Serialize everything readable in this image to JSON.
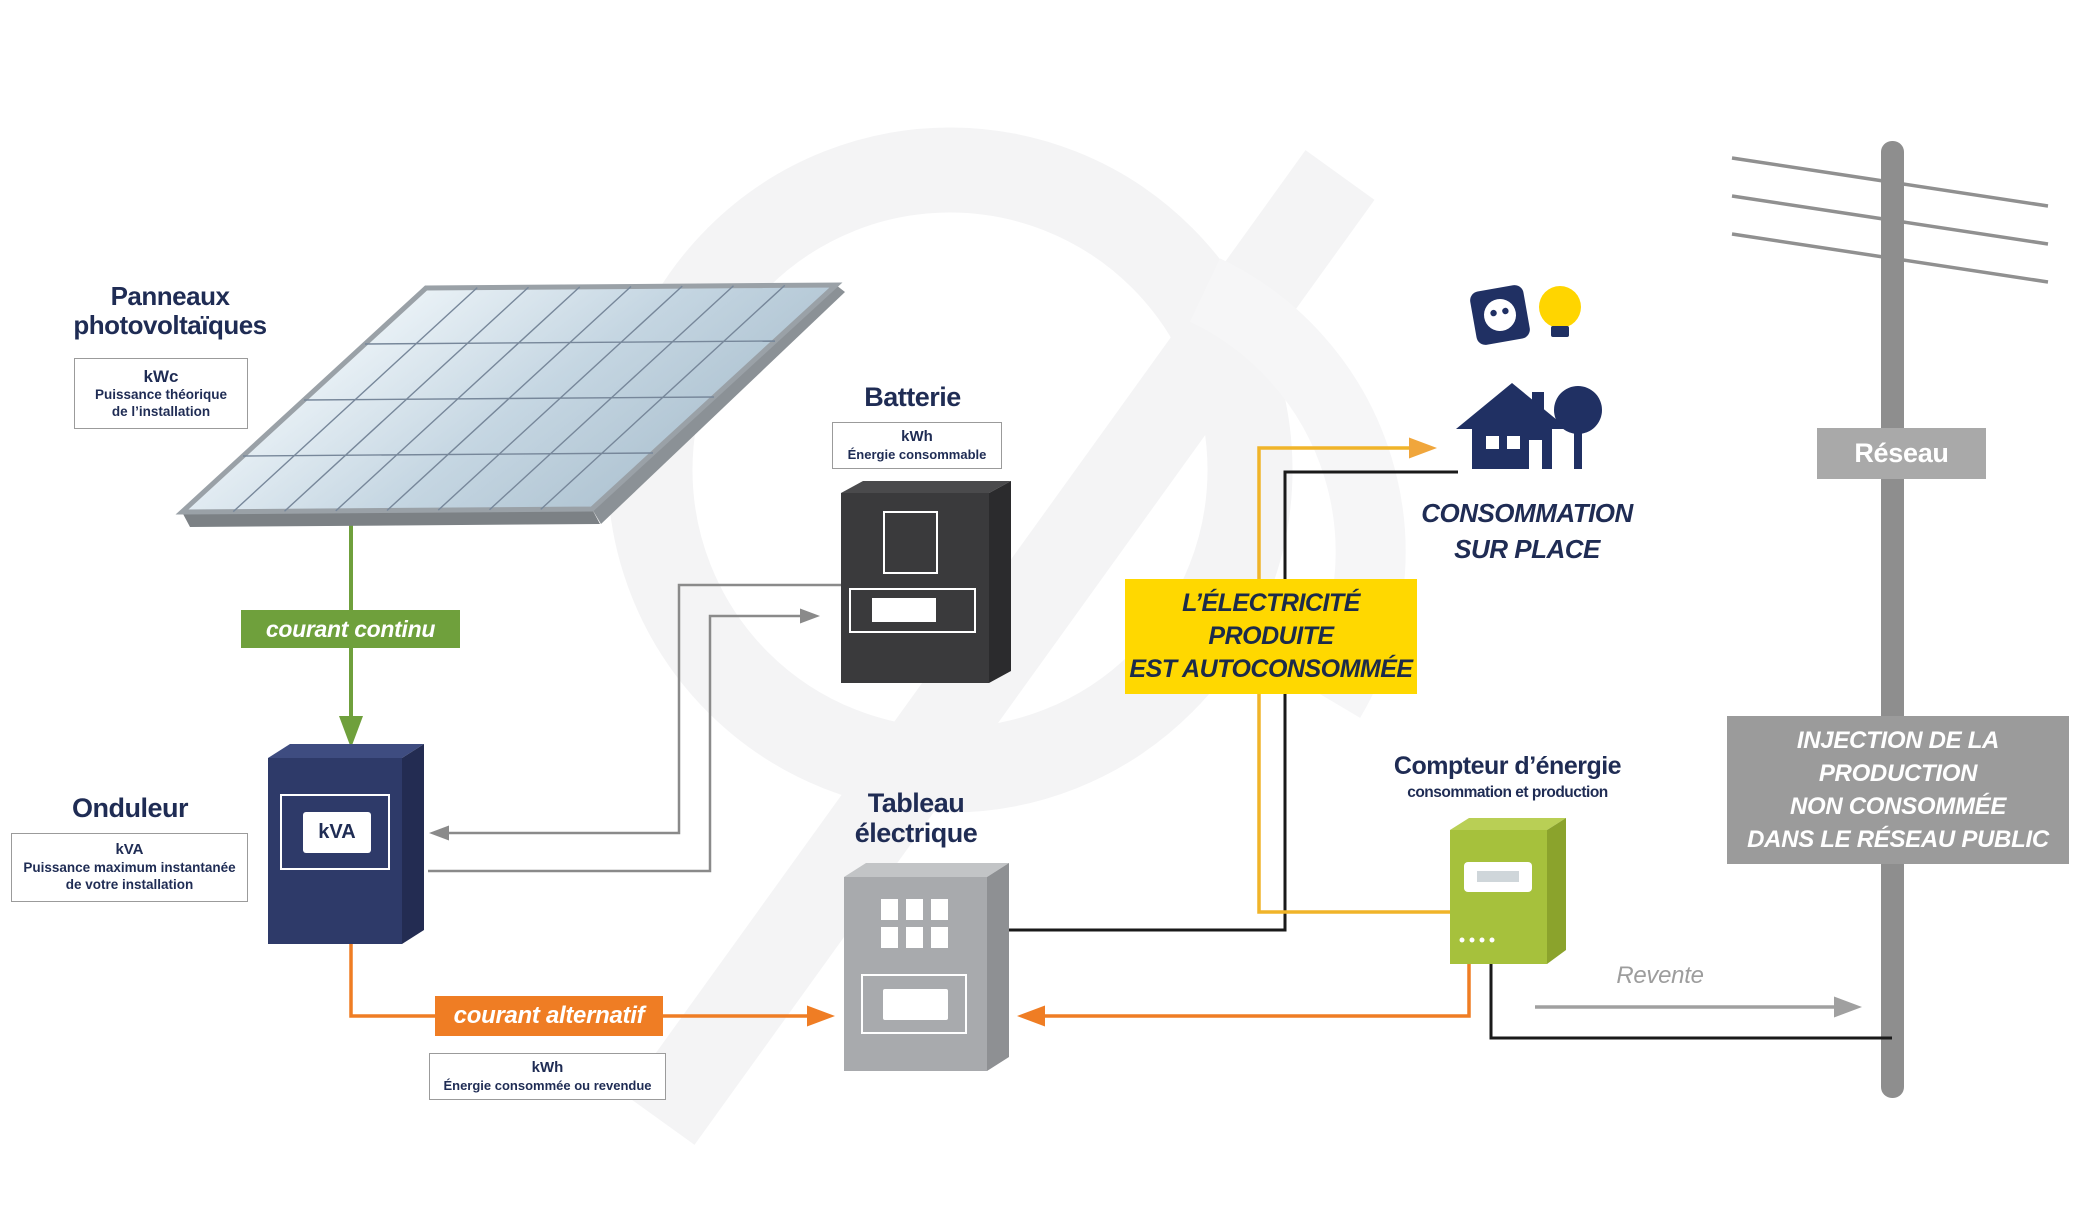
{
  "pv": {
    "title1": "Panneaux",
    "title2": "photovoltaïques",
    "unit": "kWc",
    "desc1": "Puissance théorique",
    "desc2": "de l’installation"
  },
  "dc_label": "courant continu",
  "battery": {
    "title": "Batterie",
    "unit": "kWh",
    "desc": "Énergie consommable"
  },
  "inverter": {
    "title": "Onduleur",
    "unit": "kVA",
    "desc1": "Puissance maximum instantanée",
    "desc2": "de votre installation",
    "screen": "kVA"
  },
  "ac_label": "courant alternatif",
  "ac_info": {
    "unit": "kWh",
    "desc": "Énergie consommée ou revendue"
  },
  "board": {
    "title1": "Tableau",
    "title2": "électrique"
  },
  "meter": {
    "title": "Compteur d’énergie",
    "subtitle": "consommation et production"
  },
  "consumption": {
    "line1": "CONSOMMATION",
    "line2": "SUR PLACE"
  },
  "selfuse": {
    "line1": "L’ÉLECTRICITÉ PRODUITE",
    "line2": "EST AUTOCONSOMMÉE"
  },
  "grid": {
    "label": "Réseau",
    "resale": "Revente",
    "injection1": "INJECTION DE LA PRODUCTION",
    "injection2": "NON CONSOMMÉE",
    "injection3": "DANS LE RÉSEAU PUBLIC"
  },
  "colors": {
    "navy": "#1f2c54",
    "green": "#6fa03c",
    "orange": "#ef7d24",
    "yellow_box": "#ffd800",
    "yellow_line": "#f0b429",
    "gray": "#9b9b9b",
    "meter_green": "#a6c13c",
    "panel_blue": "#c5d6e2"
  }
}
